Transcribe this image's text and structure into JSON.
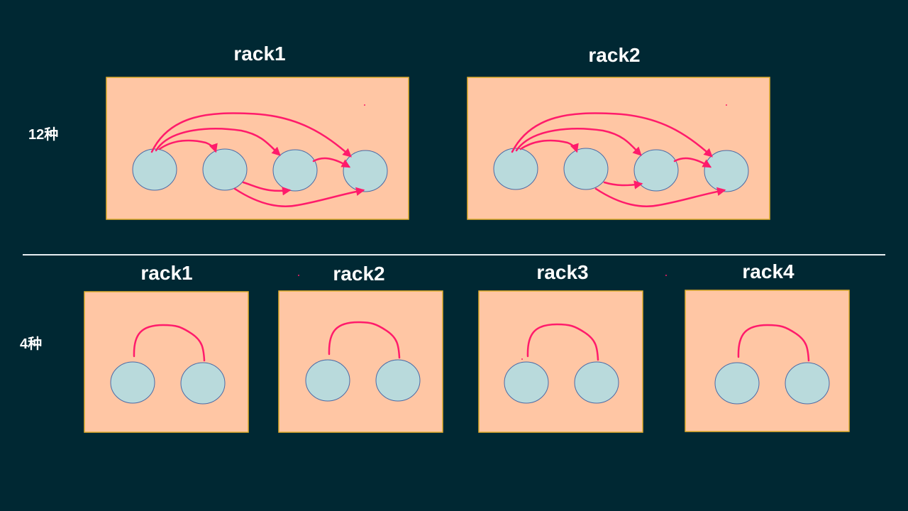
{
  "top_section": {
    "label": "12种",
    "racks": [
      {
        "name": "rack1",
        "nodes": 4
      },
      {
        "name": "rack2",
        "nodes": 4
      }
    ]
  },
  "bottom_section": {
    "label": "4种",
    "racks": [
      {
        "name": "rack1",
        "nodes": 2
      },
      {
        "name": "rack2",
        "nodes": 2
      },
      {
        "name": "rack3",
        "nodes": 2
      },
      {
        "name": "rack4",
        "nodes": 2
      }
    ]
  },
  "colors": {
    "background": "#002833",
    "rack_fill": "#ffc6a4",
    "rack_border": "#e2ad2c",
    "node_fill": "#b9dadc",
    "node_border": "#4b6aa5",
    "arrow": "#ff1b6b",
    "divider": "#e8eef2"
  }
}
